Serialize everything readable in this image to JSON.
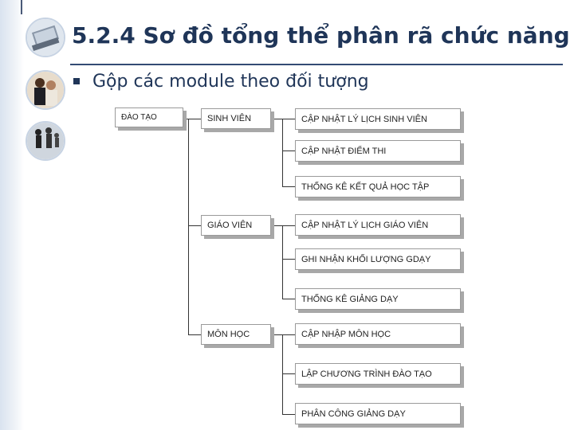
{
  "slide": {
    "title": "5.2.4 Sơ đồ tổng thể phân rã chức năng",
    "bullet": "Gộp các module theo đối tượng"
  },
  "diagram": {
    "root": "ĐÀO TẠO",
    "groups": [
      {
        "label": "SINH VIÊN",
        "children": [
          "CẬP NHẬT LÝ LỊCH  SINH VIÊN",
          "CẬP NHẬT ĐIỂM THI",
          "THỐNG KÊ KẾT QUẢ HỌC TẬP"
        ]
      },
      {
        "label": "GIÁO VIÊN",
        "children": [
          "CẬP NHẬT LÝ LỊCH  GIÁO VIÊN",
          "GHI NHẬN KHỐI LƯỢNG GDẠY",
          "THỐNG KÊ GIẢNG DẠY"
        ]
      },
      {
        "label": "MÔN HỌC",
        "children": [
          "CẬP NHẬP MÔN HỌC",
          "LẬP CHƯƠNG TRÌNH ĐÀO TẠO",
          "PHÂN CÔNG GIẢNG DẠY"
        ]
      }
    ]
  },
  "theme": {
    "title_color": "#1f3558",
    "rule_color": "#334b74",
    "box_border": "#9a9a9a",
    "box_shadow": "#a8a8a8"
  },
  "decor": {
    "icons": [
      "laptop-photo",
      "business-people-photo",
      "walking-people-photo"
    ]
  }
}
